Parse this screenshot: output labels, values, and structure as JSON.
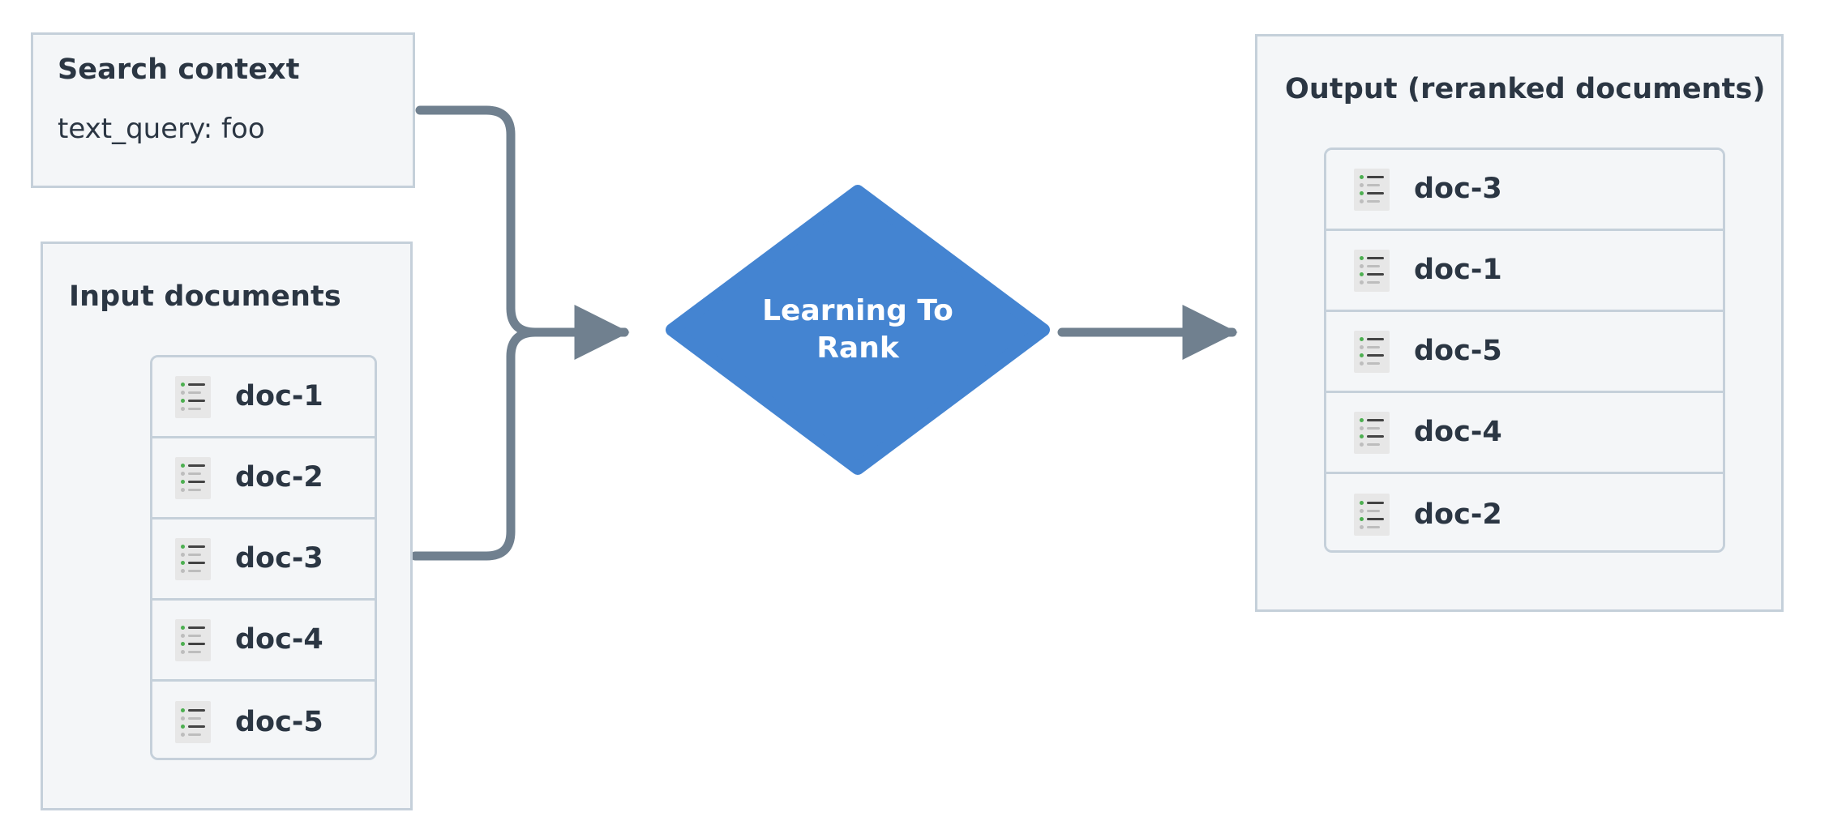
{
  "theme": {
    "panel_fill": "#f4f6f8",
    "panel_border": "#c5d0da",
    "text_dark": "#2b3643",
    "node_blue": "#4484d1",
    "connector_gray": "#70808f",
    "icon_bg": "#e7e7e7",
    "icon_accent_green": "#4caf50",
    "icon_line_dark": "#434343",
    "icon_line_gray": "#bdbdbd",
    "canvas_bg": "#ffffff"
  },
  "search_context": {
    "title": "Search context",
    "query_line": "text_query: foo"
  },
  "input_documents": {
    "title": "Input documents",
    "docs": [
      {
        "label": "doc-1",
        "icon": "document-list-icon"
      },
      {
        "label": "doc-2",
        "icon": "document-list-icon"
      },
      {
        "label": "doc-3",
        "icon": "document-list-icon"
      },
      {
        "label": "doc-4",
        "icon": "document-list-icon"
      },
      {
        "label": "doc-5",
        "icon": "document-list-icon"
      }
    ]
  },
  "process_node": {
    "label_line_1": "Learning To",
    "label_line_2": "Rank",
    "shape": "diamond"
  },
  "output": {
    "title": "Output (reranked documents)",
    "docs": [
      {
        "label": "doc-3",
        "icon": "document-list-icon"
      },
      {
        "label": "doc-1",
        "icon": "document-list-icon"
      },
      {
        "label": "doc-5",
        "icon": "document-list-icon"
      },
      {
        "label": "doc-4",
        "icon": "document-list-icon"
      },
      {
        "label": "doc-2",
        "icon": "document-list-icon"
      }
    ]
  },
  "connectors": [
    {
      "name": "search-context-to-ltr",
      "from": "search_context",
      "to": "process_node",
      "arrow": true
    },
    {
      "name": "input-documents-to-ltr",
      "from": "input_documents",
      "to": "process_node",
      "arrow": true
    },
    {
      "name": "ltr-to-output",
      "from": "process_node",
      "to": "output",
      "arrow": true
    }
  ]
}
